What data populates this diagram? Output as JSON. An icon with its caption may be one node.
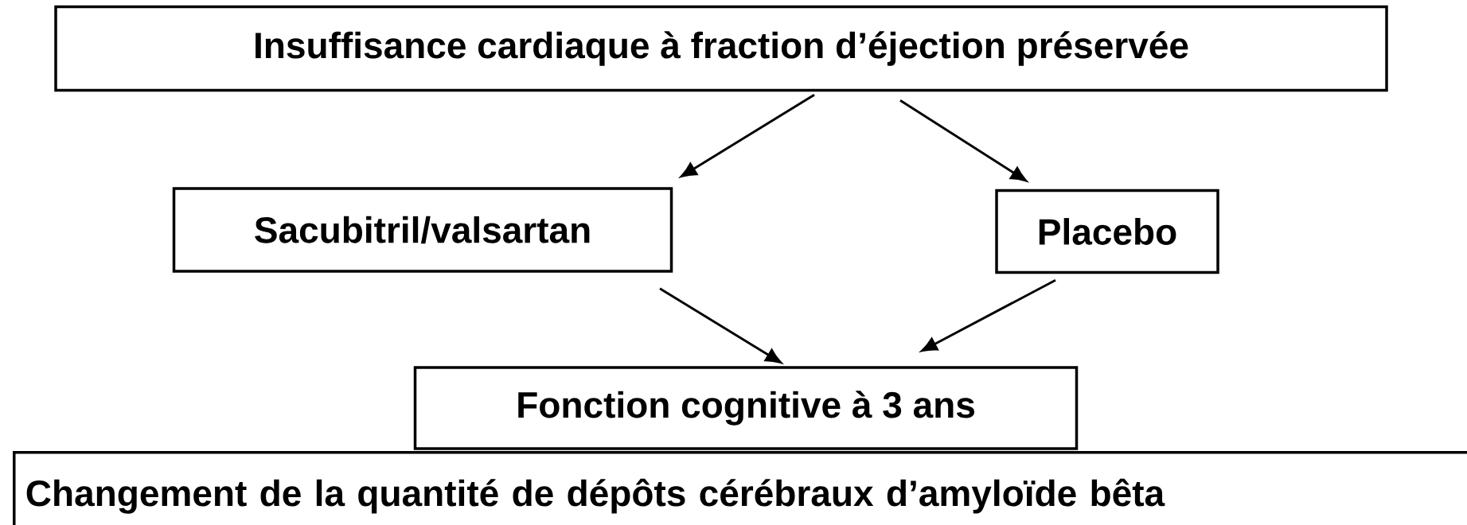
{
  "diagram": {
    "nodes": [
      {
        "text": [
          "Insuffisance cardiaque à fraction d’éjection préservée"
        ]
      },
      {
        "text": [
          "Sacubitril/valsartan"
        ]
      },
      {
        "text": [
          "Placebo"
        ]
      },
      {
        "text": [
          "Fonction cognitive à 3 ans"
        ]
      },
      {
        "text": [
          "Changement de la quantité de dépôts cérébraux d’amyloïde bêta"
        ]
      }
    ],
    "edges": [
      {
        "from": 0,
        "to": 1,
        "arrow": "to"
      },
      {
        "from": 0,
        "to": 2,
        "arrow": "to"
      },
      {
        "from": 1,
        "to": 3,
        "arrow": "to"
      },
      {
        "from": 2,
        "to": 3,
        "arrow": "to"
      }
    ]
  }
}
